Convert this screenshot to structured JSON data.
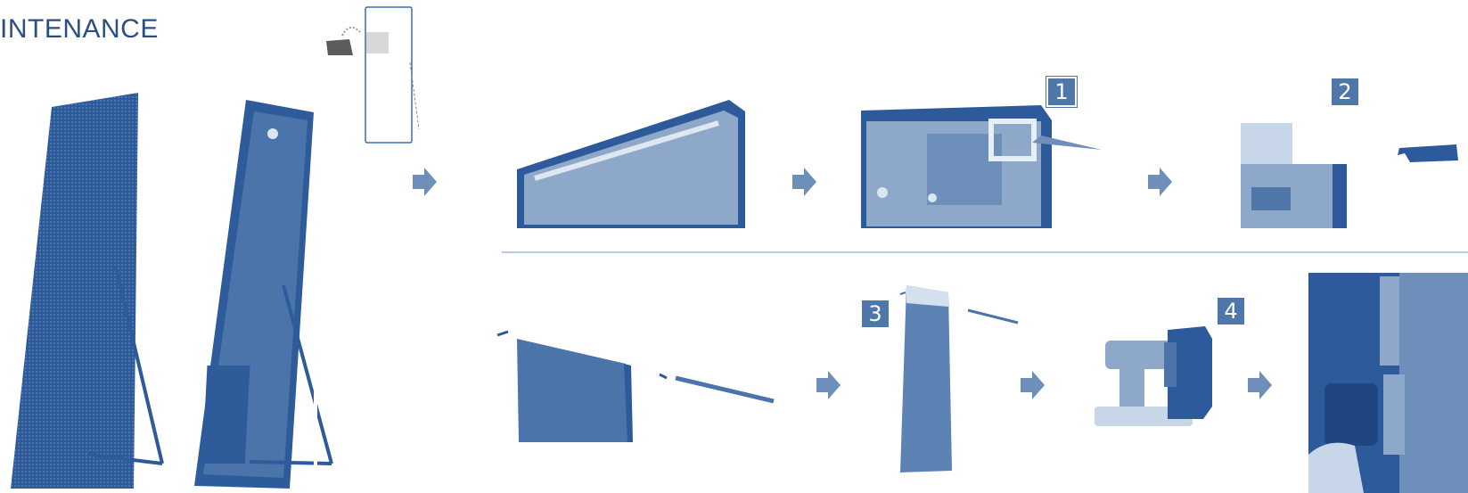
{
  "header": {
    "title": "INTENANCE"
  },
  "steps": [
    {
      "number": "1"
    },
    {
      "number": "2"
    },
    {
      "number": "3"
    },
    {
      "number": "4"
    }
  ],
  "colors": {
    "primary": "#2a5a98",
    "light": "#8da9cb",
    "pale": "#c7d6e8",
    "arrow": "#6d8fba"
  }
}
